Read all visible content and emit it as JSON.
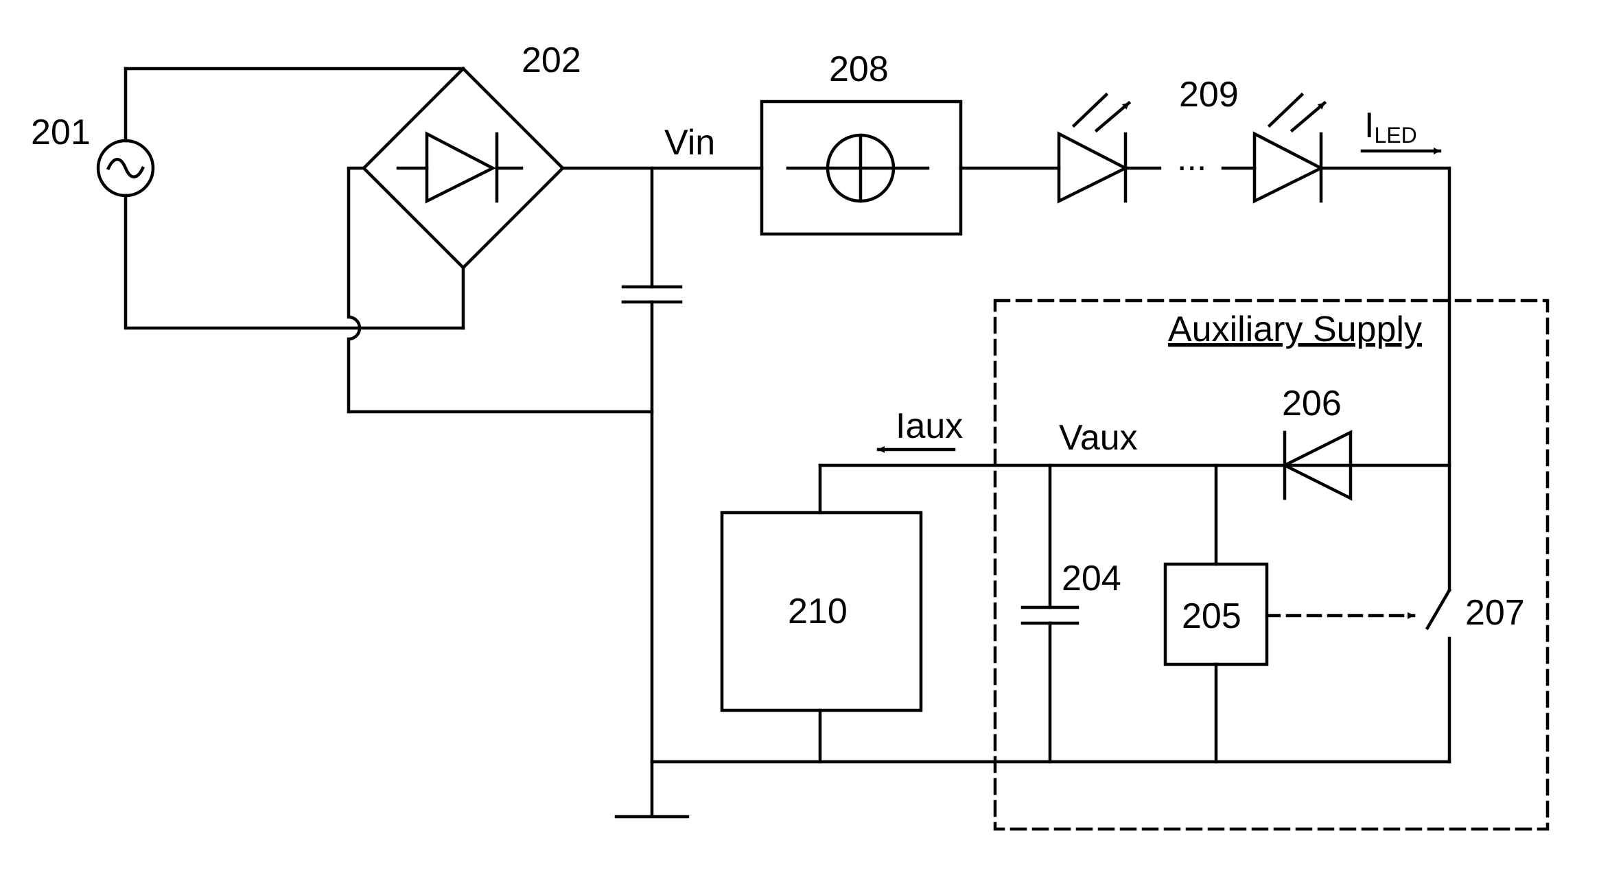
{
  "labels": {
    "source": "201",
    "rectifier": "202",
    "current_source": "208",
    "led_string": "209",
    "load": "210",
    "cap_aux": "204",
    "controller": "205",
    "diode": "206",
    "switch": "207",
    "vin": "Vin",
    "vaux": "Vaux",
    "iaux": "Iaux",
    "iled_main": "I",
    "iled_sub": "LED",
    "aux_title": "Auxiliary Supply",
    "ellipsis": "..."
  }
}
